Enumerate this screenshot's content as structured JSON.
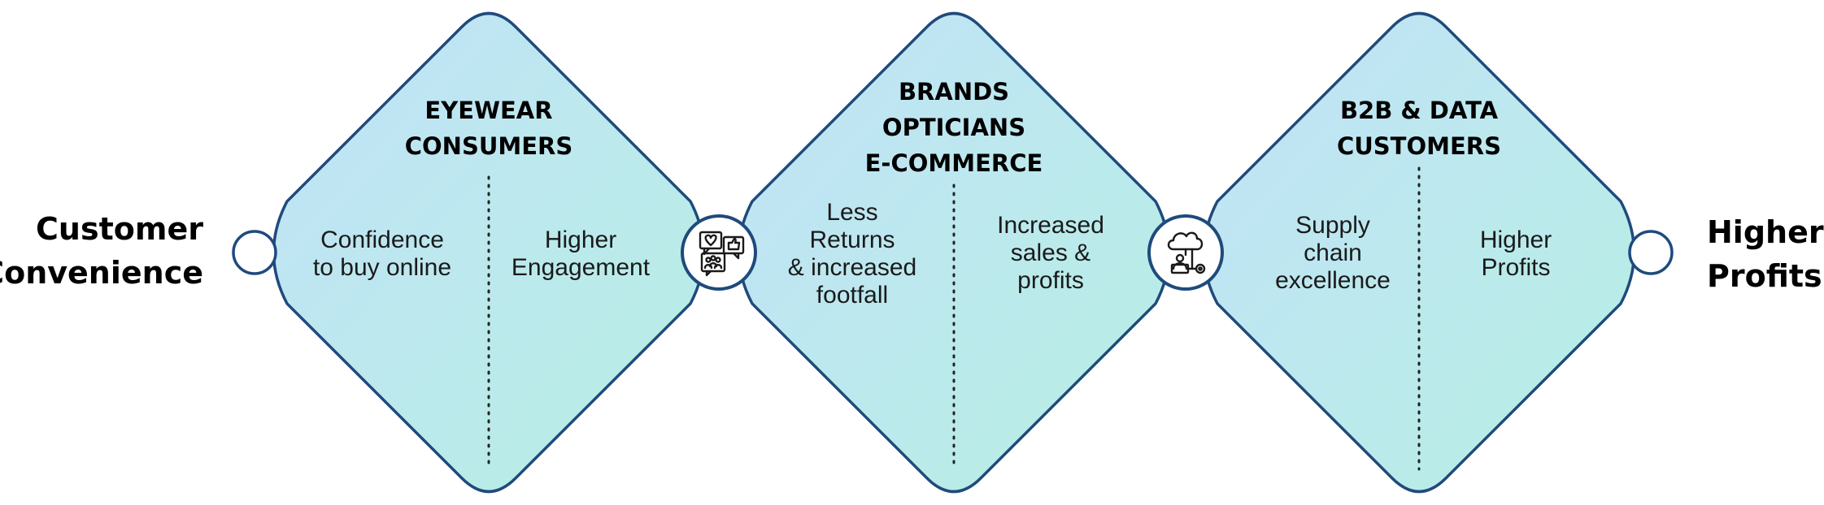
{
  "left_label": [
    "Customer",
    "Convenience"
  ],
  "right_label": [
    "Higher",
    "Profits"
  ],
  "diamonds": [
    {
      "title": [
        "EYEWEAR",
        "CONSUMERS"
      ],
      "left_text": [
        "Confidence",
        "to buy online"
      ],
      "right_text": [
        "Higher",
        "Engagement"
      ]
    },
    {
      "title": [
        "BRANDS",
        "OPTICIANS",
        "E-COMMERCE"
      ],
      "left_text": [
        "Less",
        "Returns",
        "& increased",
        "footfall"
      ],
      "right_text": [
        "Increased",
        "sales &",
        "profits"
      ]
    },
    {
      "title": [
        "B2B & DATA",
        "CUSTOMERS"
      ],
      "left_text": [
        "Supply",
        "chain",
        "excellence"
      ],
      "right_text": [
        "Higher",
        "Profits"
      ]
    }
  ],
  "connector_icons": [
    "social-engagement-icon",
    "cloud-data-user-icon"
  ],
  "colors": {
    "outline": "#1f4a7c",
    "gradient_start": "#c2e2f8",
    "gradient_end": "#b8ece6",
    "text": "#000000"
  }
}
